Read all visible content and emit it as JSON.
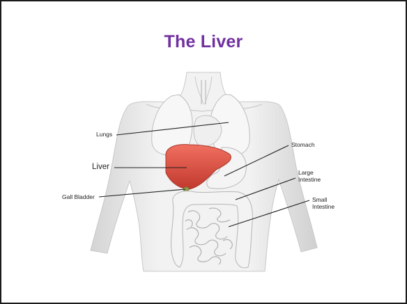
{
  "slide": {
    "title": "The Liver",
    "title_color": "#7030a0"
  },
  "diagram": {
    "labels": {
      "lungs": "Lungs",
      "liver": "Liver",
      "gall_bladder": "Gall Bladder",
      "stomach": "Stomach",
      "large_intestine_line1": "Large",
      "large_intestine_line2": "Intestine",
      "small_intestine_line1": "Small",
      "small_intestine_line2": "Intestine"
    },
    "colors": {
      "liver": "#d9473b",
      "body": "#e8e8e8",
      "organs": "#f4f4f4",
      "outline": "#bdbdbd",
      "leader_line": "#1e1e1e"
    }
  }
}
